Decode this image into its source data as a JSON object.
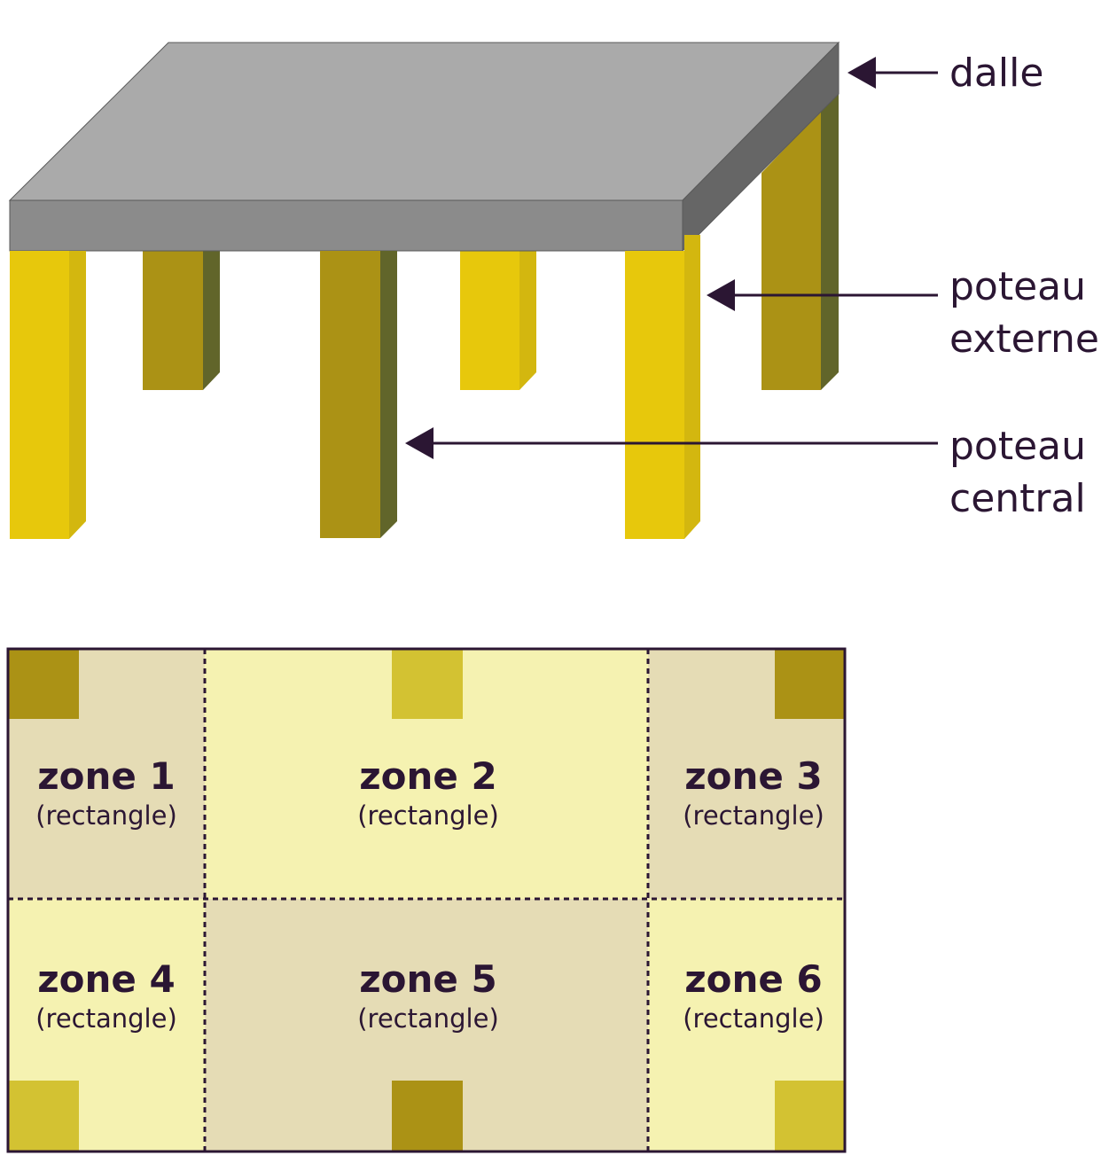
{
  "perspective": {
    "callouts": {
      "slab": "dalle",
      "outer_post_line1": "poteau",
      "outer_post_line2": "externe",
      "central_post_line1": "poteau",
      "central_post_line2": "central"
    },
    "colors": {
      "slab_top": "#aaaaaa",
      "slab_front": "#8b8b8b",
      "slab_side": "#666666",
      "post_light": "#e7c80c",
      "post_light_side": "#d3b70f",
      "post_dark": "#ab9215",
      "post_dark_side": "#61652a",
      "arrow": "#2b1633"
    }
  },
  "plan": {
    "zones": [
      {
        "name": "zone 1",
        "shape": "(rectangle)"
      },
      {
        "name": "zone 2",
        "shape": "(rectangle)"
      },
      {
        "name": "zone 3",
        "shape": "(rectangle)"
      },
      {
        "name": "zone 4",
        "shape": "(rectangle)"
      },
      {
        "name": "zone 5",
        "shape": "(rectangle)"
      },
      {
        "name": "zone 6",
        "shape": "(rectangle)"
      }
    ],
    "colors": {
      "zone_tan": "#e5dcb5",
      "zone_yellow": "#f5f2b1",
      "post_dark": "#ab9215",
      "post_mid": "#d3c232",
      "border": "#2b1633"
    }
  }
}
